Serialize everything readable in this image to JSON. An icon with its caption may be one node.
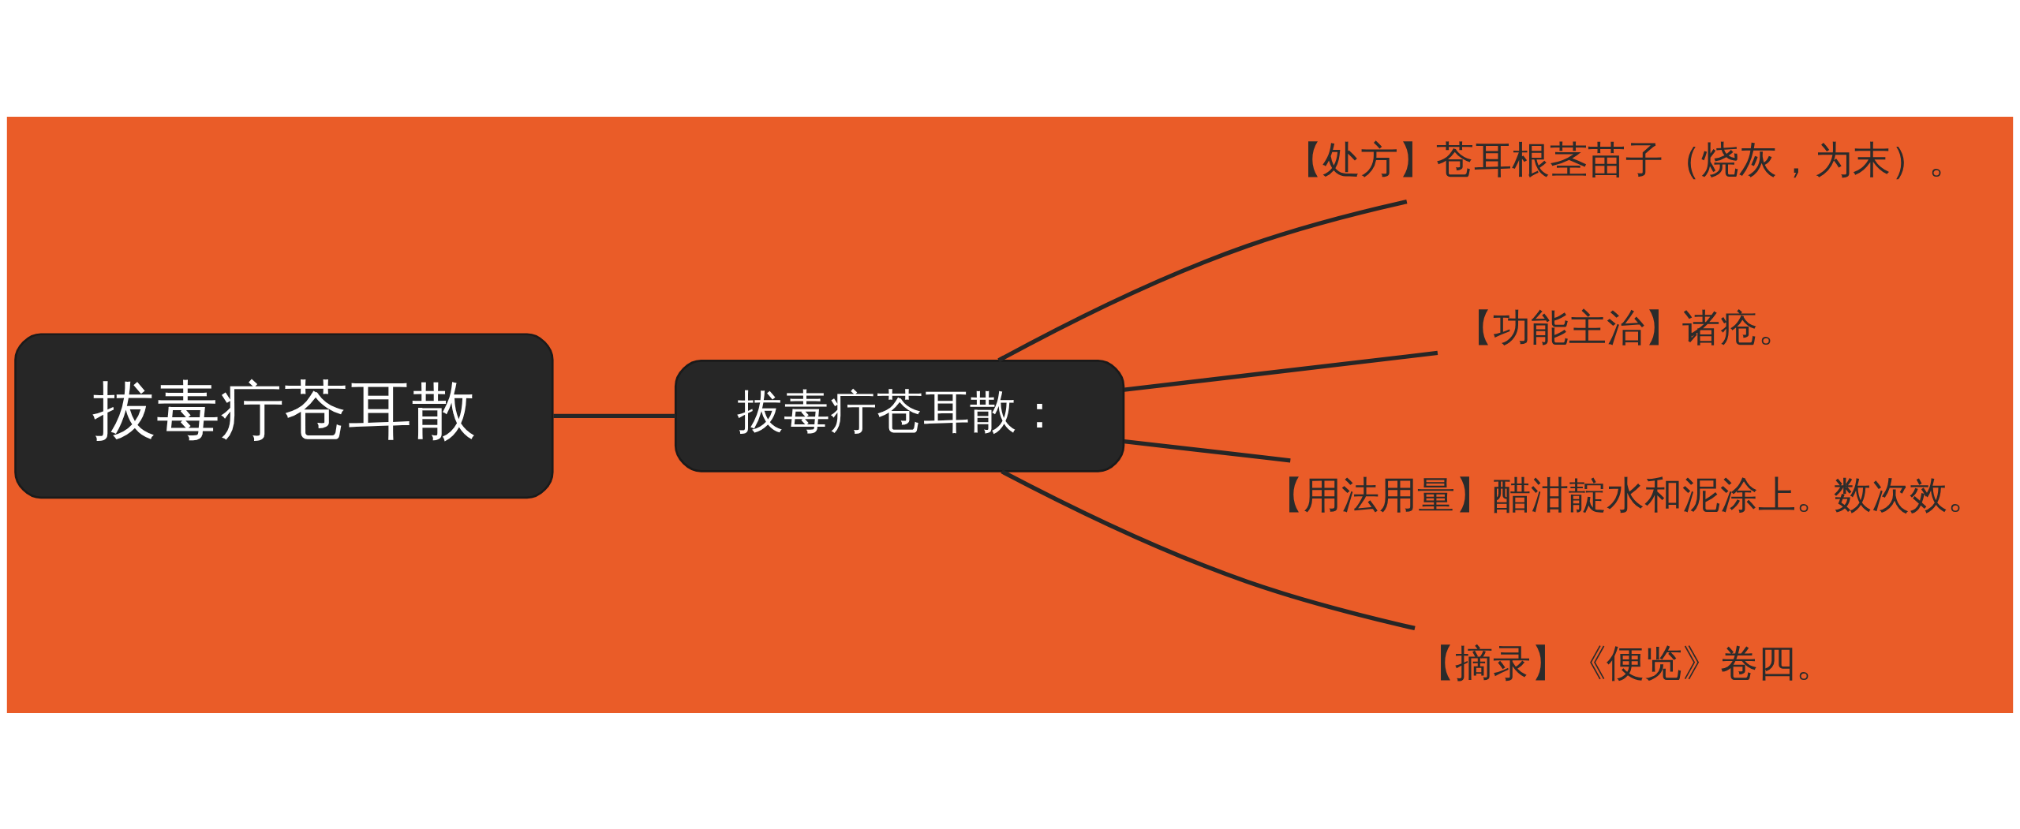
{
  "diagram": {
    "nodes": [
      {
        "text": [
          "拔毒疔苍耳散"
        ]
      },
      {
        "text": [
          "拔毒疔苍耳散："
        ]
      },
      {
        "text": [
          "【处方】苍耳根茎苗子（烧灰，为末）。"
        ]
      },
      {
        "text": [
          "【功能主治】诸疮。"
        ]
      },
      {
        "text": [
          "【用法用量】醋泔靛水和泥涂上。数次效。"
        ]
      },
      {
        "text": [
          "【摘录】《便览》卷四。"
        ]
      }
    ],
    "edges": [
      {
        "from": 0,
        "to": 1,
        "arrow": "none"
      },
      {
        "from": 1,
        "to": 2,
        "arrow": "none"
      },
      {
        "from": 1,
        "to": 3,
        "arrow": "none"
      },
      {
        "from": 1,
        "to": 4,
        "arrow": "none"
      },
      {
        "from": 1,
        "to": 5,
        "arrow": "none"
      }
    ]
  }
}
